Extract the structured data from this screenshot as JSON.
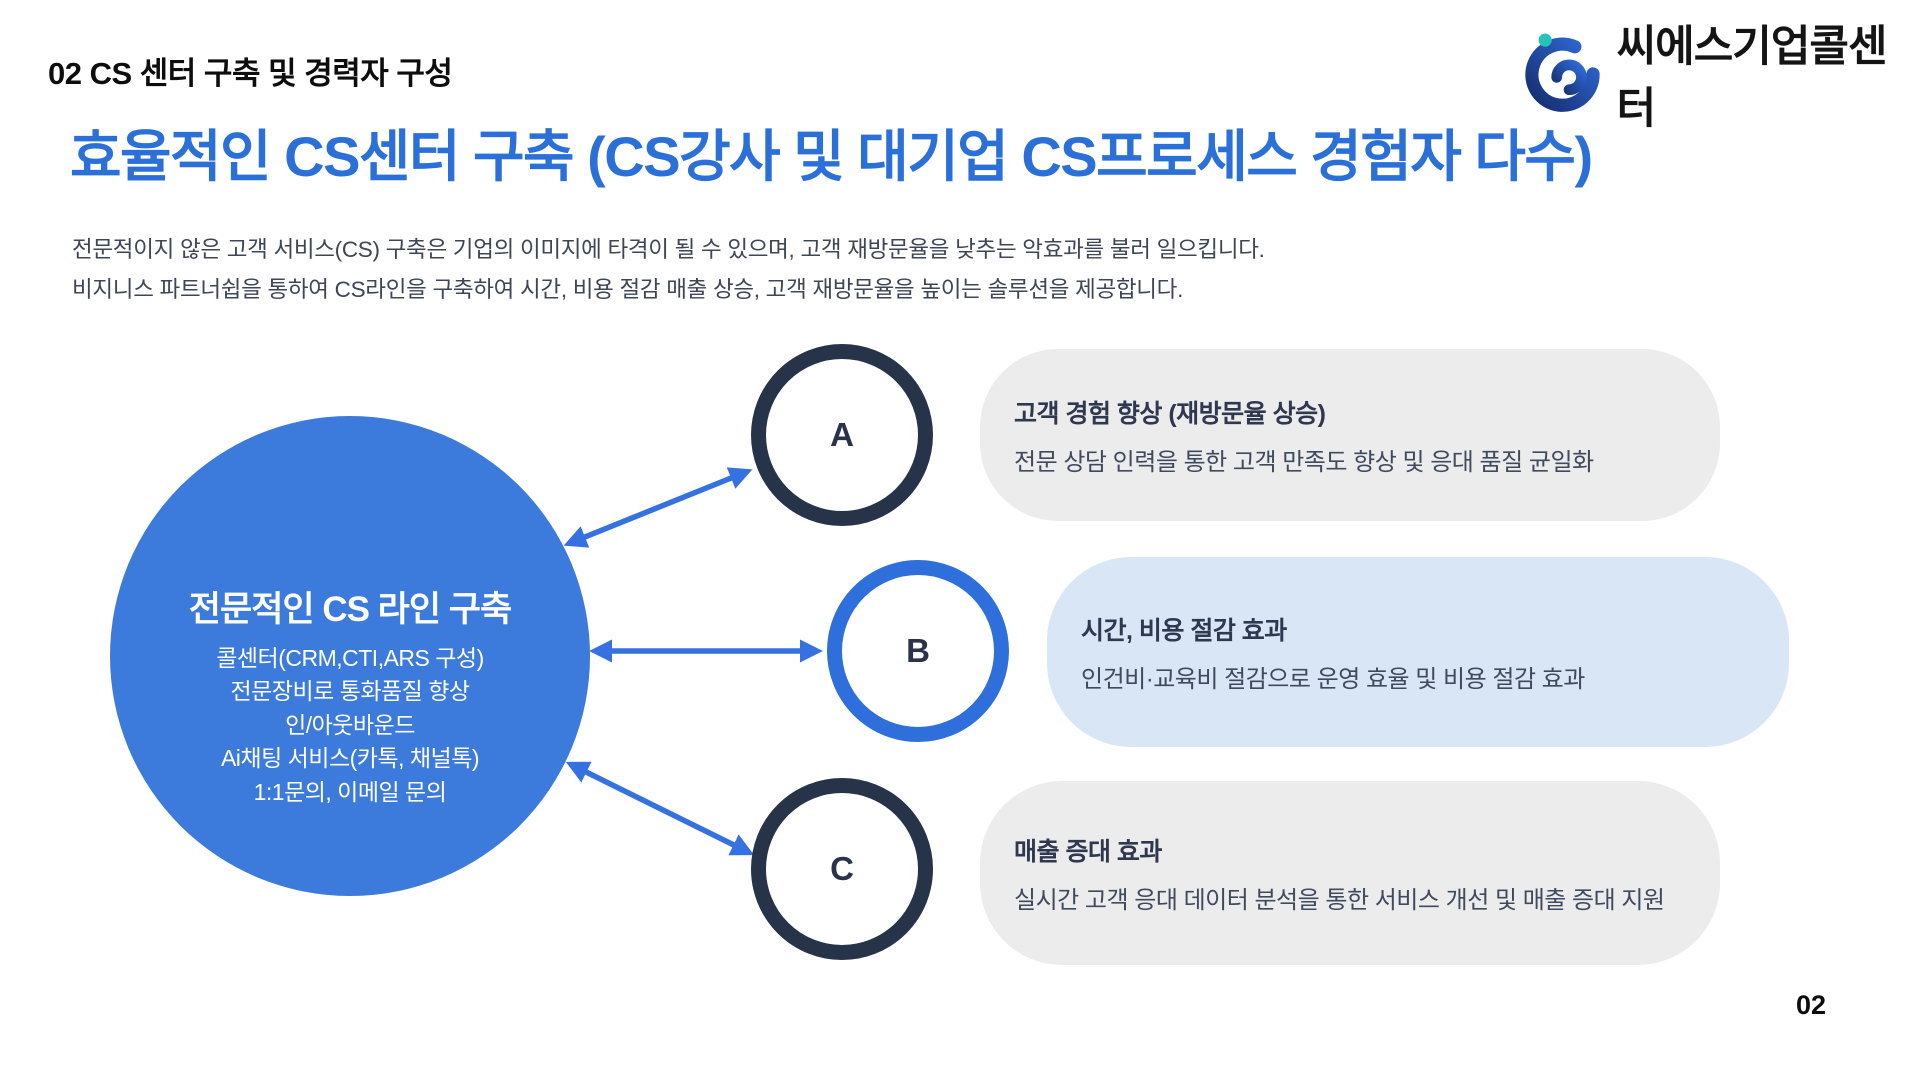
{
  "page": {
    "eyebrow": "02 CS 센터 구축 및 경력자 구성",
    "title": "효율적인 CS센터 구축 (CS강사 및 대기업 CS프로세스 경험자 다수)",
    "description_line1": "전문적이지 않은 고객 서비스(CS) 구축은 기업의 이미지에 타격이 될 수 있으며,  고객 재방문율을 낮추는 악효과를 불러 일으킵니다.",
    "description_line2": "비지니스 파트너쉽을 통하여 CS라인을 구축하여 시간, 비용 절감 매출 상승, 고객 재방문율을 높이는 솔루션을 제공합니다.",
    "page_number": "02"
  },
  "logo": {
    "icon": "cs-swirl-logo",
    "name": "씨에스기업콜센터"
  },
  "diagram": {
    "hub": {
      "title": "전문적인 CS 라인 구축",
      "items": [
        "콜센터(CRM,CTI,ARS 구성)",
        "전문장비로 통화품질 향상",
        "인/아웃바운드",
        "Ai채팅 서비스(카톡, 채널톡)",
        "1:1문의, 이메일 문의"
      ]
    },
    "nodes": [
      {
        "label": "A",
        "title": "고객 경험 향상  (재방문율 상승)",
        "body": "전문 상담 인력을 통한 고객 만족도 향상 및 응대 품질 균일화"
      },
      {
        "label": "B",
        "title": "시간, 비용 절감 효과",
        "body": "인건비·교육비 절감으로 운영 효율 및 비용 절감 효과"
      },
      {
        "label": "C",
        "title": "매출 증대 효과",
        "body": "실시간 고객 응대 데이터 분석을 통한 서비스 개선 및 매출 증대 지원"
      }
    ]
  },
  "colors": {
    "title_blue": "#2b70d8",
    "hub_blue": "#3c7bdc",
    "arrow_blue": "#3671e1",
    "ring_navy": "#273349",
    "ring_blue": "#2e6fdb",
    "box_gray": "#ececec",
    "box_lightblue": "#d9e6f6",
    "logo_teal": "#27c2b8",
    "logo_navy": "#16308a"
  }
}
